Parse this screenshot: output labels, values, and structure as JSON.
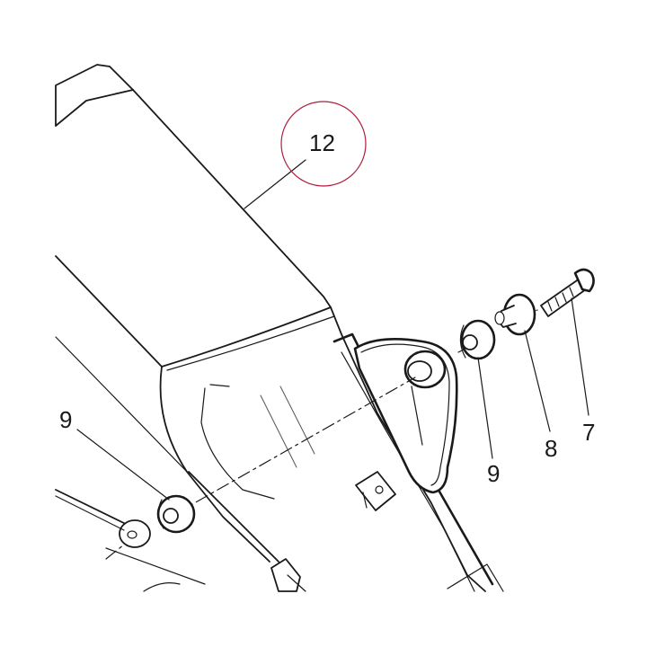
{
  "diagram": {
    "highlight_color": "#b01e3c",
    "callouts": {
      "c12": "12",
      "c9_left": "9",
      "c9_right": "9",
      "c8": "8",
      "c7": "7"
    }
  }
}
